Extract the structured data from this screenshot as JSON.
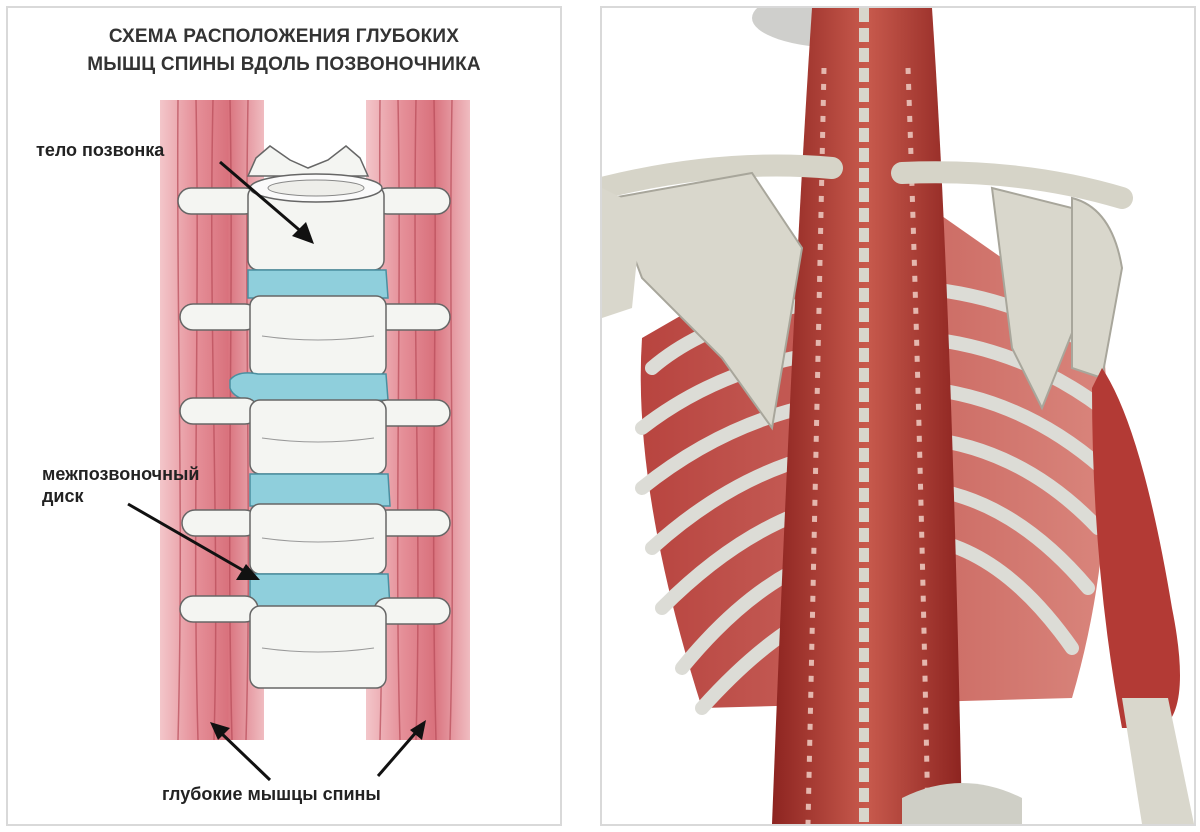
{
  "left_panel": {
    "title_line1": "СХЕМА РАСПОЛОЖЕНИЯ ГЛУБОКИХ",
    "title_line2": "МЫШЦ СПИНЫ ВДОЛЬ ПОЗВОНОЧНИКА",
    "label_vertebra": "тело позвонка",
    "label_disc_line1": "межпозвоночный",
    "label_disc_line2": "диск",
    "label_muscles": "глубокие мышцы спины"
  },
  "colors": {
    "muscle": "#e8a0a6",
    "muscle_dark": "#c9636c",
    "bone": "#f4f5f2",
    "disc": "#8fcfdc",
    "arrow": "#111111"
  }
}
